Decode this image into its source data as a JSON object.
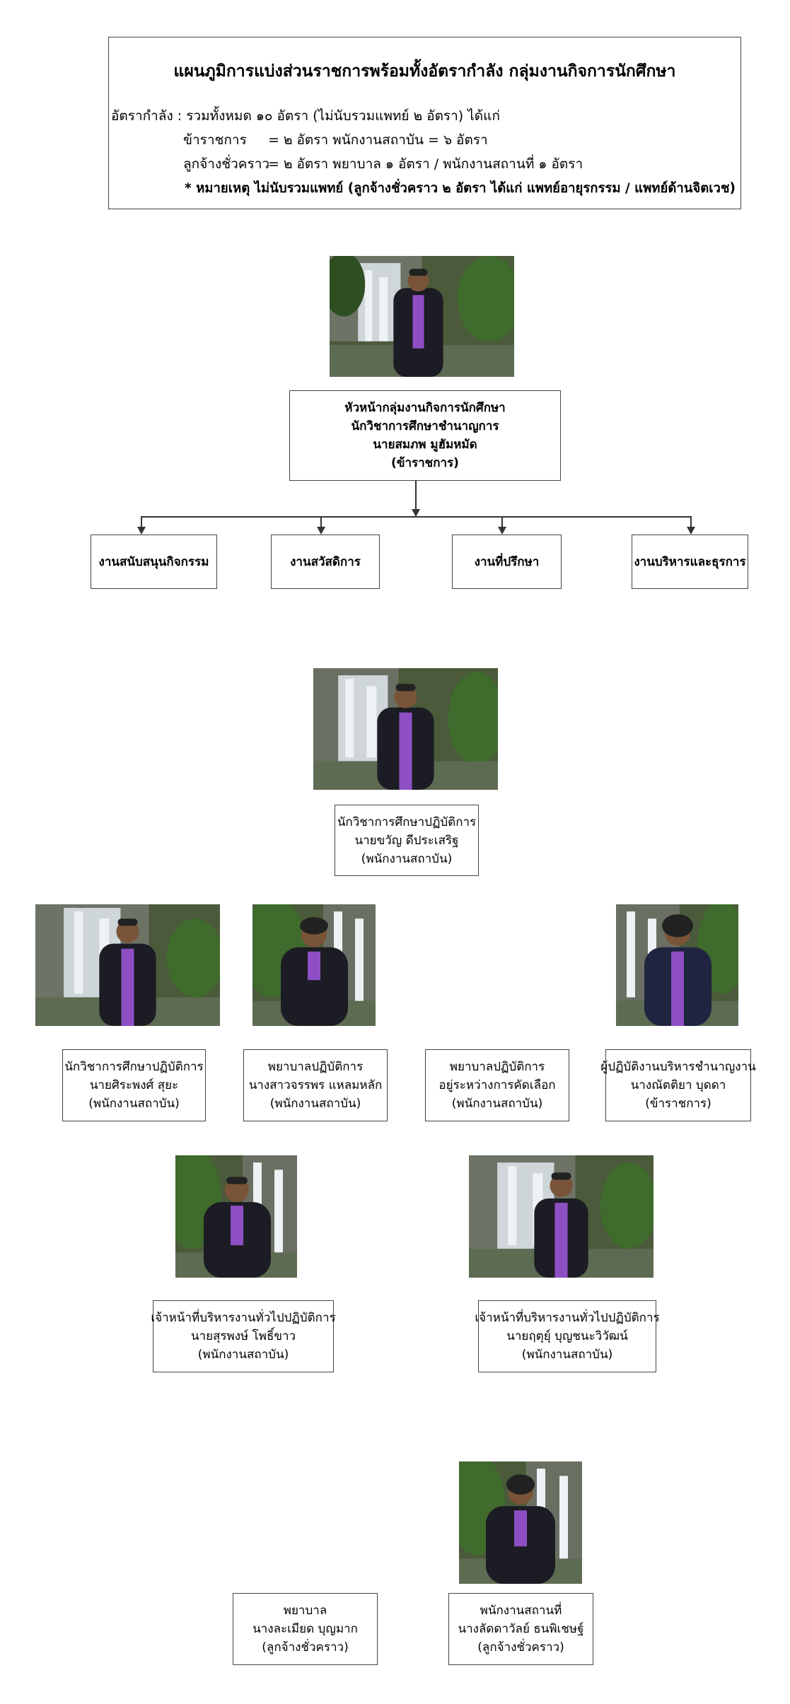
{
  "header": {
    "title": "แผนภูมิการแบ่งส่วนราชการพร้อมทั้งอัตรากำลัง กลุ่มงานกิจการนักศึกษา",
    "line1": "อัตรากำลัง : รวมทั้งหมด ๑๐ อัตรา (ไม่นับรวมแพทย์ ๒ อัตรา) ได้แก่",
    "line2a": "ข้าราชการ",
    "line2b": "= ๒ อัตรา  พนักงานสถาบัน = ๖ อัตรา",
    "line3a": "ลูกจ้างชั่วคราว",
    "line3b": "= ๒ อัตรา  พยาบาล ๑ อัตรา / พนักงานสถานที่ ๑ อัตรา",
    "note": "* หมายเหตุ ไม่นับรวมแพทย์ (ลูกจ้างชั่วคราว ๒ อัตรา ได้แก่ แพทย์อายุรกรรม / แพทย์ด้านจิตเวช)"
  },
  "head": {
    "line1": "หัวหน้ากลุ่มงานกิจการนักศึกษา",
    "line2": "นักวิชาการศึกษาชำนาญการ",
    "line3": "นายสมภพ มูฮัมหมัด",
    "line4": "(ข้าราชการ)"
  },
  "units": [
    "งานสนับสนุนกิจกรรม",
    "งานสวัสดิการ",
    "งานที่ปรึกษา",
    "งานบริหารและธุรการ"
  ],
  "staff": {
    "s1": {
      "l1": "นักวิชาการศึกษาปฏิบัติการ",
      "l2": "นายขวัญ ดีประเสริฐ",
      "l3": "(พนักงานสถาบัน)"
    },
    "s2": {
      "l1": "นักวิชาการศึกษาปฏิบัติการ",
      "l2": "นายศิระพงศ์ สุยะ",
      "l3": "(พนักงานสถาบัน)"
    },
    "s3": {
      "l1": "พยาบาลปฏิบัติการ",
      "l2": "นางสาวจรรพร แหลมหลัก",
      "l3": "(พนักงานสถาบัน)"
    },
    "s4": {
      "l1": "พยาบาลปฏิบัติการ",
      "l2": "อยู่ระหว่างการคัดเลือก",
      "l3": "(พนักงานสถาบัน)"
    },
    "s5": {
      "l1": "ผู้ปฏิบัติงานบริหารชำนาญงาน",
      "l2": "นางณัตติยา บุดดา",
      "l3": "(ข้าราชการ)"
    },
    "s6": {
      "l1": "เจ้าหน้าที่บริหารงานทั่วไปปฏิบัติการ",
      "l2": "นายสุรพงษ์ โพธิ์ขาว",
      "l3": "(พนักงานสถาบัน)"
    },
    "s7": {
      "l1": "เจ้าหน้าที่บริหารงานทั่วไปปฏิบัติการ",
      "l2": "นายฤตุยุ์ บุญชนะวิวัฒน์",
      "l3": "(พนักงานสถาบัน)"
    },
    "s8": {
      "l1": "พยาบาล",
      "l2": "นางละเมียด บุญมาก",
      "l3": "(ลูกจ้างชั่วคราว)"
    },
    "s9": {
      "l1": "พนักงานสถานที่",
      "l2": "นางลัดดาวัลย์ ธนพิเชษฐ์",
      "l3": "(ลูกจ้างชั่วคราว)"
    }
  },
  "colors": {
    "border": "#444444",
    "connector": "#333333",
    "suit": "#1c1c24",
    "shirt": "#8e4fc4",
    "foliage": "#3f6b2c",
    "water": "#d9dee2"
  }
}
